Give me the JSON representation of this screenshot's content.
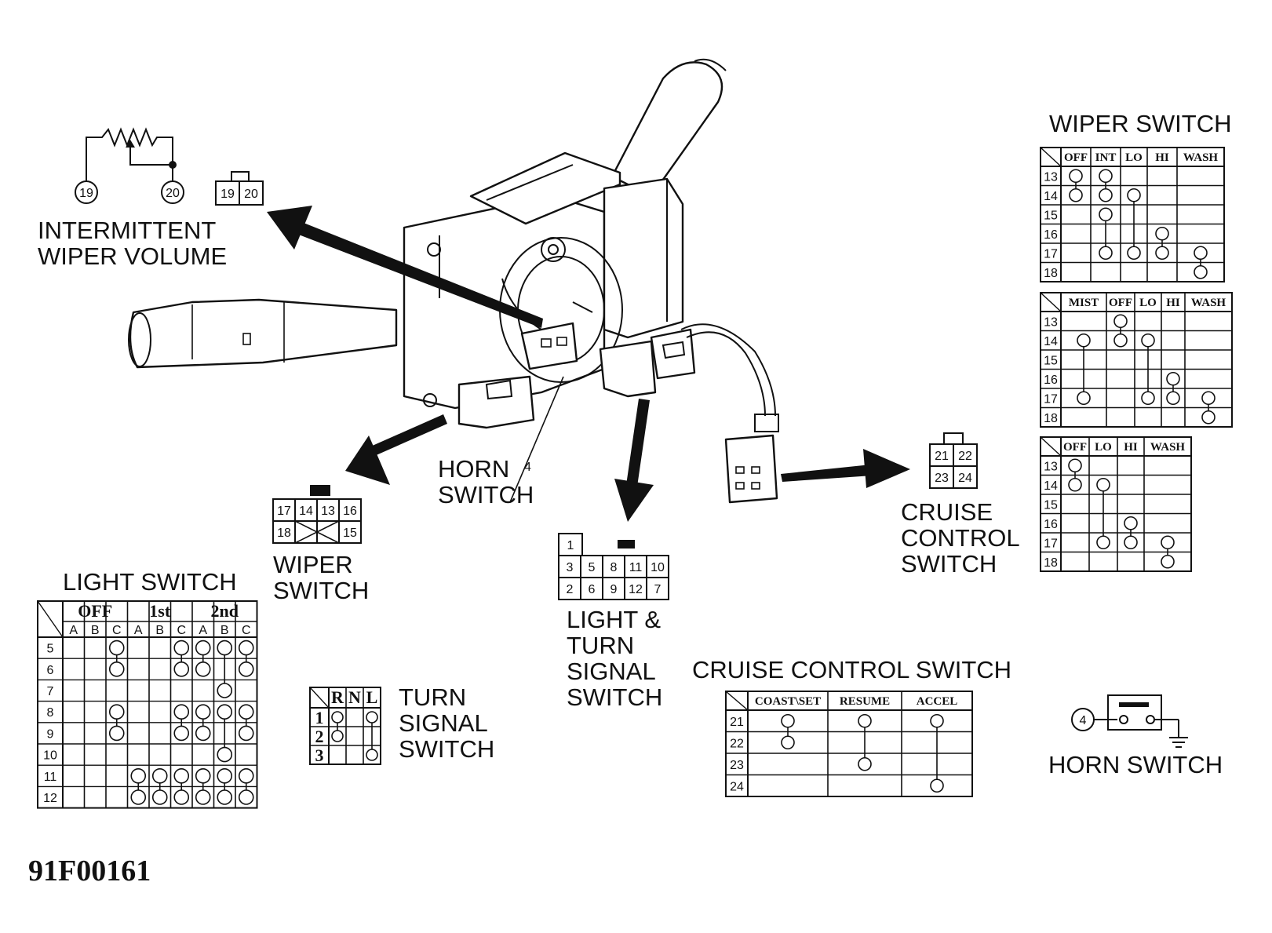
{
  "labels": {
    "intermittent_wiper_volume": [
      "INTERMITTENT",
      "WIPER VOLUME"
    ],
    "horn_switch_callout": [
      "HORN",
      "SWITCH"
    ],
    "horn_switch_callout_number": "4",
    "wiper_switch_callout": [
      "WIPER",
      "SWITCH"
    ],
    "light_turn_signal_callout": [
      "LIGHT &",
      "TURN",
      "SIGNAL",
      "SWITCH"
    ],
    "cruise_control_callout": [
      "CRUISE",
      "CONTROL",
      "SWITCH"
    ],
    "light_switch_title": "LIGHT SWITCH",
    "turn_signal_title": [
      "TURN",
      "SIGNAL",
      "SWITCH"
    ],
    "wiper_switch_title": "WIPER SWITCH",
    "cruise_control_table_title": "CRUISE CONTROL SWITCH",
    "horn_switch_title": "HORN SWITCH",
    "figure_code": "91F00161"
  },
  "volume_terminals": [
    "19",
    "20"
  ],
  "connectors": {
    "volume": [
      "19",
      "20"
    ],
    "cruise": [
      "21",
      "22",
      "23",
      "24"
    ],
    "wiper": [
      "17",
      "14",
      "13",
      "16",
      "18",
      "15"
    ],
    "light_turn": [
      "1",
      "3",
      "5",
      "8",
      "11",
      "10",
      "2",
      "6",
      "9",
      "12",
      "7"
    ]
  },
  "horn_terminal": "4",
  "light_switch_table": {
    "groups": [
      "OFF",
      "1st",
      "2nd"
    ],
    "subcolumns": [
      "A",
      "B",
      "C",
      "A",
      "B",
      "C",
      "A",
      "B",
      "C"
    ],
    "rows": [
      "5",
      "6",
      "7",
      "8",
      "9",
      "10",
      "11",
      "12"
    ]
  },
  "turn_signal_table": {
    "columns": [
      "R",
      "N",
      "L"
    ],
    "rows": [
      "1",
      "2",
      "3"
    ]
  },
  "wiper_tables": [
    {
      "columns": [
        "OFF",
        "INT",
        "LO",
        "HI",
        "WASH"
      ],
      "rows": [
        "13",
        "14",
        "15",
        "16",
        "17",
        "18"
      ]
    },
    {
      "columns": [
        "MIST",
        "OFF",
        "LO",
        "HI",
        "WASH"
      ],
      "rows": [
        "13",
        "14",
        "15",
        "16",
        "17",
        "18"
      ]
    },
    {
      "columns": [
        "OFF",
        "LO",
        "HI",
        "WASH"
      ],
      "rows": [
        "13",
        "14",
        "15",
        "16",
        "17",
        "18"
      ]
    }
  ],
  "cruise_table": {
    "columns": [
      "COAST\\SET",
      "RESUME",
      "ACCEL"
    ],
    "rows": [
      "21",
      "22",
      "23",
      "24"
    ]
  }
}
